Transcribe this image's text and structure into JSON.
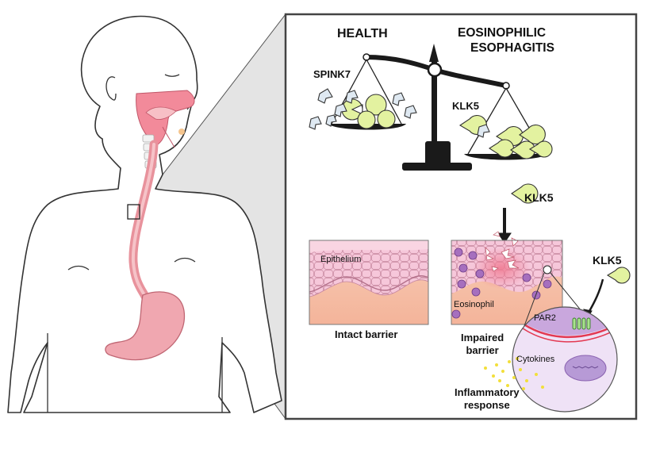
{
  "figure": {
    "health_label": "HEALTH",
    "eoe_label_line1": "EOSINOPHILIC",
    "eoe_label_line2": "ESOPHAGITIS",
    "spink7_label": "SPINK7",
    "klk5_scale_label": "KLK5",
    "klk5_upper_label": "KLK5",
    "klk5_right_label": "KLK5",
    "epithelium_label": "Epithelium",
    "eosinophil_label": "Eosinophil",
    "intact_barrier_label": "Intact barrier",
    "impaired_barrier_line1": "Impaired",
    "impaired_barrier_line2": "barrier",
    "par2_label": "PAR2",
    "cytokines_label": "Cytokines",
    "inflammatory_line1": "Inflammatory",
    "inflammatory_line2": "response"
  },
  "colors": {
    "klk5_fill": "#e3f2a0",
    "spink7_fill": "#dfe9f2",
    "tissue_pink": "#f3b8cf",
    "esophagus_pink": "#f0a7b0",
    "eosinophil_purple": "#a66fbe",
    "cell_lavender": "#efe2f6",
    "nucleus_purple": "#b79ad6",
    "cytokine_yellow": "#f2df3a",
    "panel_border": "#444444"
  }
}
